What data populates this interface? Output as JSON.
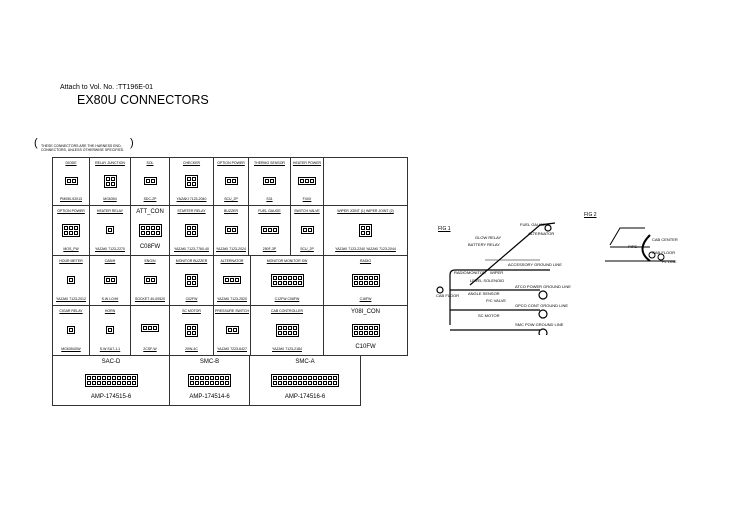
{
  "header": {
    "attach": "Attach to Vol. No. :TT196E-01",
    "title": "EX80U CONNECTORS"
  },
  "note": "THESE CONNECTORS ARE THE HARNESS END, CONNECTORS, UNLESS OTHERWISE SPECIFIED.",
  "connectors": [
    {
      "label": "DIODE",
      "part": "PM050-92013",
      "pins": 2
    },
    {
      "label": "RELAY JUNCTION",
      "part": "MG6394",
      "pins": 4
    },
    {
      "label": "SOL",
      "part": "SDC-2P",
      "pins": 2
    },
    {
      "label": "CHECKER",
      "part": "YAZAKI 7123-2040",
      "pins": 4
    },
    {
      "label": "OPTION POWER",
      "part": "SCU_2P",
      "pins": 2
    },
    {
      "label": "THERMO SENSOR",
      "part": "S31",
      "pins": 2
    },
    {
      "label": "HEATER POWER",
      "part": "F4XX",
      "pins": 3
    },
    {
      "label": "",
      "part": "",
      "pins": 0
    },
    {
      "label": "OPTION POWER",
      "part": "MOS_FW",
      "pins": 6
    },
    {
      "label": "HEATER RELAY",
      "part": "YAZAKI 7123-2270",
      "pins": 1
    },
    {
      "label": "ATT_CON",
      "part": "C08FW",
      "pins": 8
    },
    {
      "label": "STARTER RELAY",
      "part": "YAZAKI 7123-7760-40",
      "pins": 4
    },
    {
      "label": "BUZZER",
      "part": "YAZAKI 7123-2024",
      "pins": 2
    },
    {
      "label": "FUEL GAUGE",
      "part": "250F-3P",
      "pins": 3
    },
    {
      "label": "SWITCH VALVE",
      "part": "SCU_2P",
      "pins": 2
    },
    {
      "label": "WIPER JOINT (1)   WIPER JOINT (2)",
      "part": "YAZAKI 7123-2240   YAZAKI 7123-2044",
      "pins": 4
    },
    {
      "label": "HOUR METER",
      "part": "YAZAKI 7123-2012",
      "pins": 1
    },
    {
      "label": "CAB/H",
      "part": "S.W LO/HI",
      "pins": 2
    },
    {
      "label": "ENG/N",
      "part": "SOCKET 40-00520",
      "pins": 2
    },
    {
      "label": "MONITOR BUZZER",
      "part": "C02FW",
      "pins": 4
    },
    {
      "label": "ALTERNATOR",
      "part": "YAZAKI 7123-2520",
      "pins": 3
    },
    {
      "label": "MONITOR   MONITOR SW",
      "part": "C12FW   C06FW",
      "pins": 12
    },
    {
      "label": "RADIO",
      "part": "C16FW",
      "pins": 10
    },
    {
      "label": "CIGAR RELAY",
      "part": "MG6394GW",
      "pins": 1
    },
    {
      "label": "HORN",
      "part": "S.W  SU7-1.1",
      "pins": 1
    },
    {
      "label": "",
      "part": "2CSF-W",
      "pins": 3
    },
    {
      "label": "SC MOTOR",
      "part": "20W-4C",
      "pins": 4
    },
    {
      "label": "PRESSURE SWITCH",
      "part": "YAZAKI 7223-6427",
      "pins": 2
    },
    {
      "label": "CAB CONTROLLER",
      "part": "YAZAKI 7123-2184",
      "pins": 8
    },
    {
      "label": "Y08I_CON",
      "part": "C10FW",
      "pins": 10
    },
    {
      "label": "SAC-D",
      "part": "AMP-174515-6",
      "pins": 20
    },
    {
      "label": "SMC-B",
      "part": "AMP-174514-6",
      "pins": 16
    },
    {
      "label": "SMC-A",
      "part": "AMP-174516-6",
      "pins": 26
    }
  ],
  "fig1": {
    "title": "FIG 1",
    "labels": [
      "FUEL GAUGE",
      "ALTERNATOR",
      "GLOW RELAY",
      "BATTERY RELAY",
      "ACCESSORY GROUND LINE",
      "RADIO",
      "MONITOR",
      "WIPER",
      "CAB FLOOR",
      "LEVEL SOLENOID",
      "ATCO POWER GROUND LINE",
      "ANGLE SENSOR",
      "P/C VALVE",
      "OPCO CONT GROUND LINE",
      "SC MOTOR",
      "SMC POW GROUND LINE"
    ]
  },
  "fig2": {
    "title": "FIG 2",
    "labels": [
      "CAB CENTER",
      "CAB FLOOR",
      "PIPE",
      "FL LINE"
    ]
  }
}
